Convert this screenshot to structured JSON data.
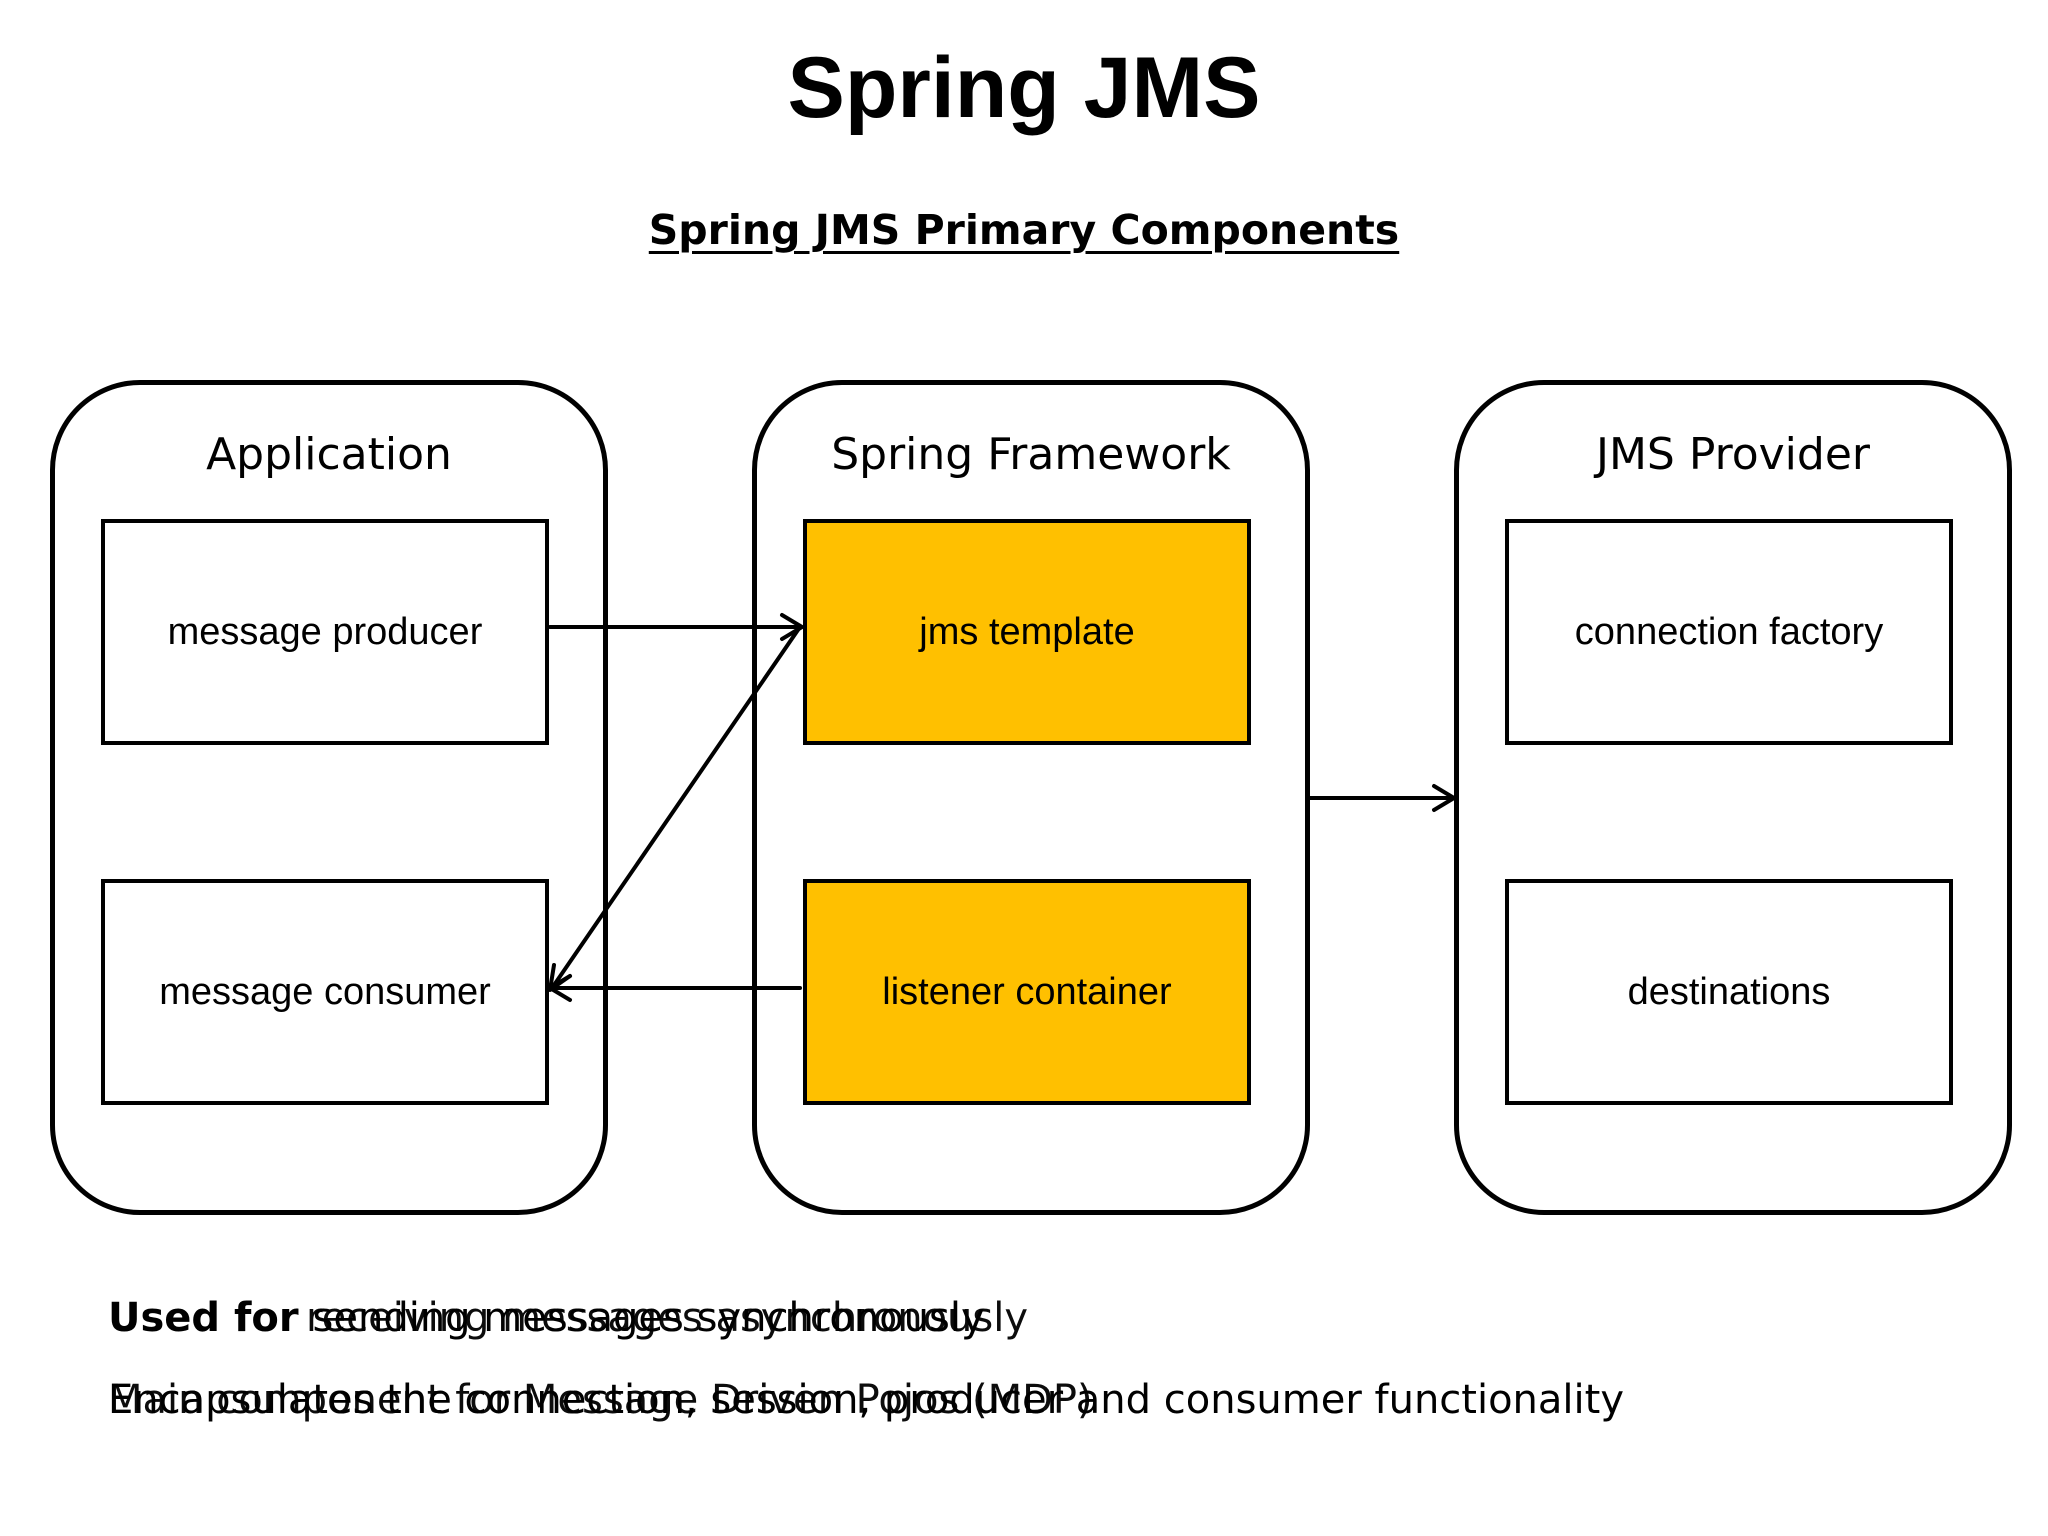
{
  "title": "Spring JMS",
  "subtitle": "Spring JMS Primary Components",
  "groups": {
    "application": {
      "title": "Application",
      "components": [
        "message producer",
        "message consumer"
      ]
    },
    "spring_framework": {
      "title": "Spring Framework",
      "components": [
        "jms template",
        "listener container"
      ],
      "highlight_color": "#ffc000"
    },
    "jms_provider": {
      "title": "JMS Provider",
      "components": [
        "connection factory",
        "destinations"
      ]
    }
  },
  "notes": {
    "line1_a_bold": "Used for ",
    "line1_a_rest": "sending messages synchronously",
    "line1_b": "receiving messages asynchronously",
    "line2_a": "Encapsulates the connection, session, producer and consumer functionality",
    "line2_b": "Main component for Message Driven Pojos (MDP)"
  }
}
